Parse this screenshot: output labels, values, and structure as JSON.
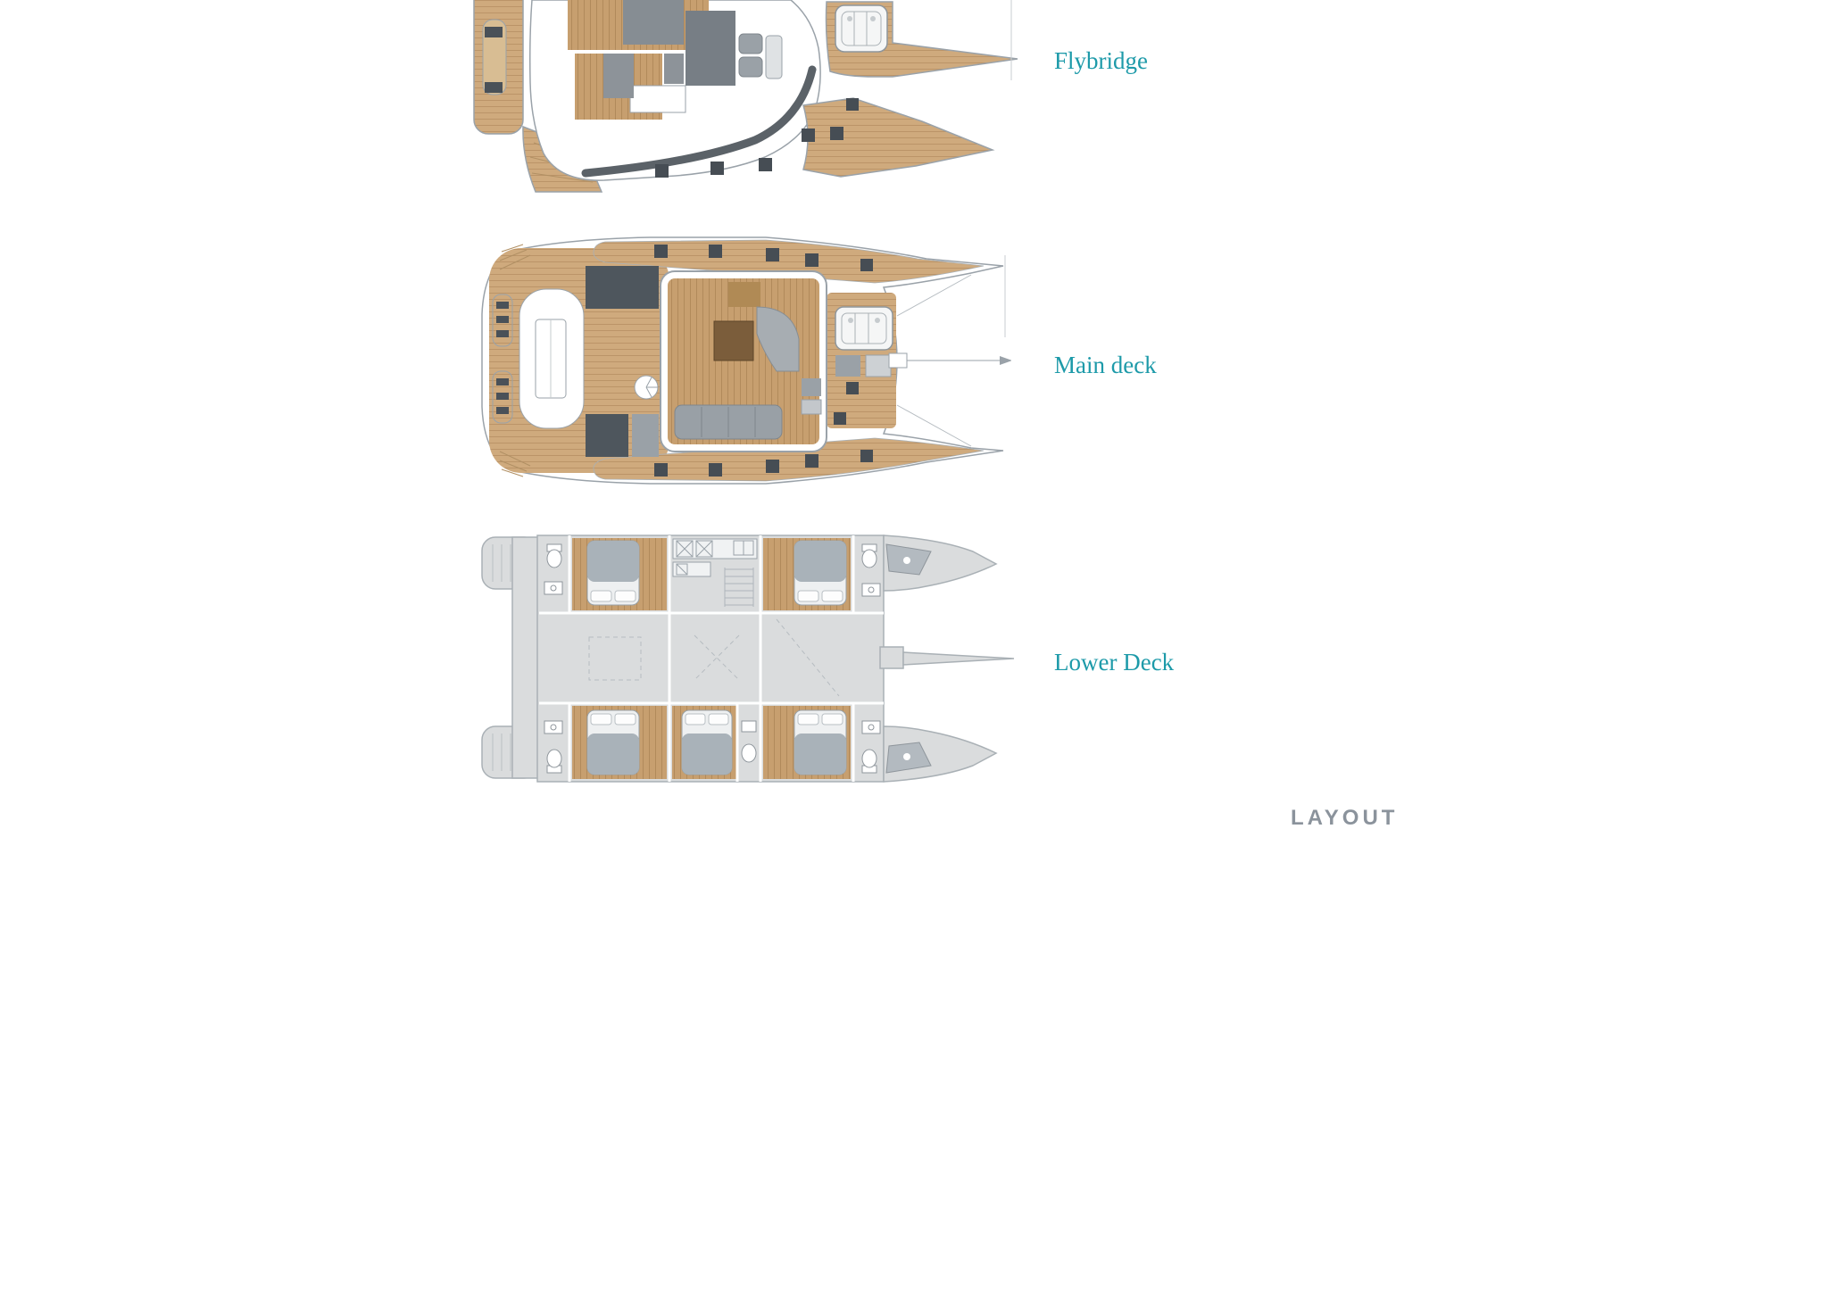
{
  "decks": [
    {
      "id": "flybridge",
      "label": "Flybridge"
    },
    {
      "id": "main-deck",
      "label": "Main deck"
    },
    {
      "id": "lower-deck",
      "label": "Lower Deck"
    }
  ],
  "footer": {
    "layout_label": "LAYOUT"
  },
  "colors": {
    "label_teal": "#1d9aa9",
    "layout_gray": "#8b939c",
    "teak": "#cfaa7d",
    "teak_line": "#bb9468",
    "wood_floor": "#c79f6f",
    "furniture_gray": "#99a0a6",
    "furniture_dark": "#4e565d",
    "hull_gray": "#dadcdd",
    "outline_gray": "#9aa2a9"
  }
}
